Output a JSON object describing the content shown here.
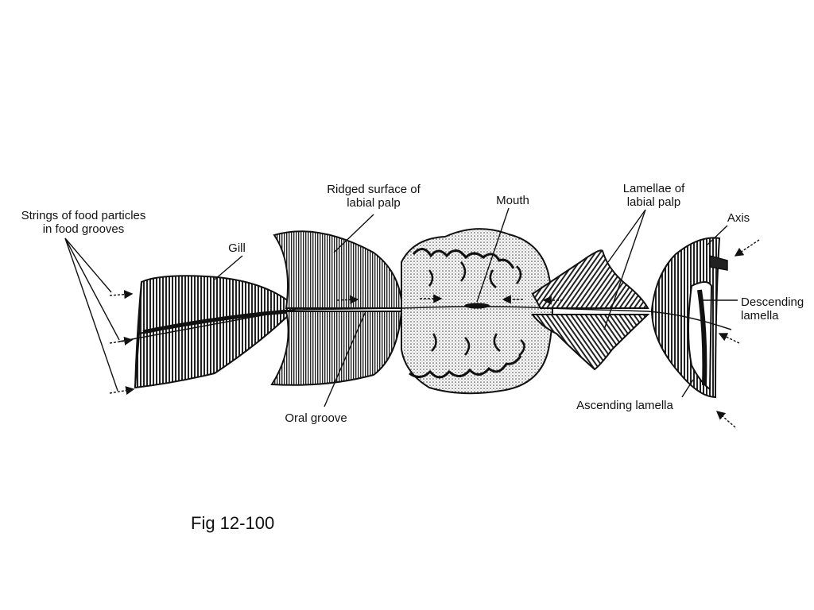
{
  "diagram": {
    "labels": {
      "strings": "Strings of food particles\nin food grooves",
      "gill": "Gill",
      "ridged": "Ridged surface of\nlabial palp",
      "mouth": "Mouth",
      "lamellae": "Lamellae of\nlabial palp",
      "axis": "Axis",
      "descending": "Descending\nlamella",
      "ascending": "Ascending lamella",
      "oral": "Oral groove"
    },
    "caption": "Fig 12-100"
  }
}
